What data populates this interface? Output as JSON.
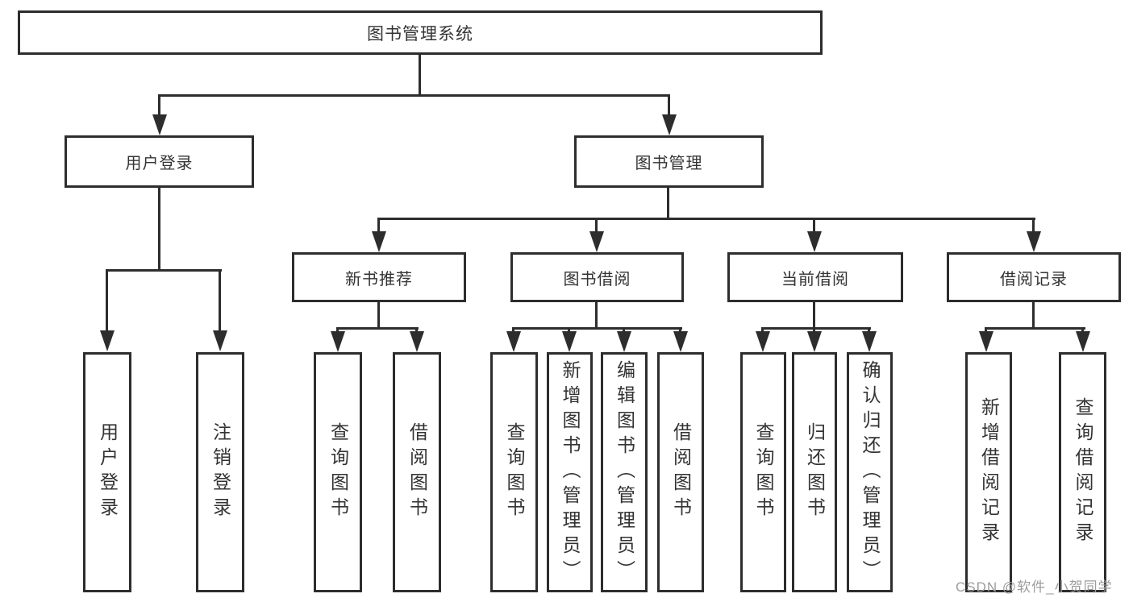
{
  "colors": {
    "line": "#2d2d2d",
    "text": "#333333",
    "watermark": "#9d9d9d",
    "background": "#ffffff"
  },
  "root": {
    "label": "图书管理系统"
  },
  "level2": [
    {
      "id": "user-login",
      "label": "用户登录",
      "parent": "图书管理系统"
    },
    {
      "id": "book-management",
      "label": "图书管理",
      "parent": "图书管理系统"
    }
  ],
  "level3": [
    {
      "id": "new-book-recommend",
      "label": "新书推荐",
      "parent": "图书管理"
    },
    {
      "id": "book-borrowing",
      "label": "图书借阅",
      "parent": "图书管理"
    },
    {
      "id": "current-borrowing",
      "label": "当前借阅",
      "parent": "图书管理"
    },
    {
      "id": "borrowing-records",
      "label": "借阅记录",
      "parent": "图书管理"
    }
  ],
  "leaves": [
    {
      "parent": "用户登录",
      "label": "用户登录"
    },
    {
      "parent": "用户登录",
      "label": "注销登录"
    },
    {
      "parent": "新书推荐",
      "label": "查询图书"
    },
    {
      "parent": "新书推荐",
      "label": "借阅图书"
    },
    {
      "parent": "图书借阅",
      "label": "查询图书"
    },
    {
      "parent": "图书借阅",
      "label": "新增图书（管理员）"
    },
    {
      "parent": "图书借阅",
      "label": "编辑图书（管理员）"
    },
    {
      "parent": "图书借阅",
      "label": "借阅图书"
    },
    {
      "parent": "当前借阅",
      "label": "查询图书"
    },
    {
      "parent": "当前借阅",
      "label": "归还图书"
    },
    {
      "parent": "当前借阅",
      "label": "确认归还（管理员）"
    },
    {
      "parent": "借阅记录",
      "label": "新增借阅记录"
    },
    {
      "parent": "借阅记录",
      "label": "查询借阅记录"
    }
  ],
  "watermark": "CSDN @软件_小贺同学"
}
